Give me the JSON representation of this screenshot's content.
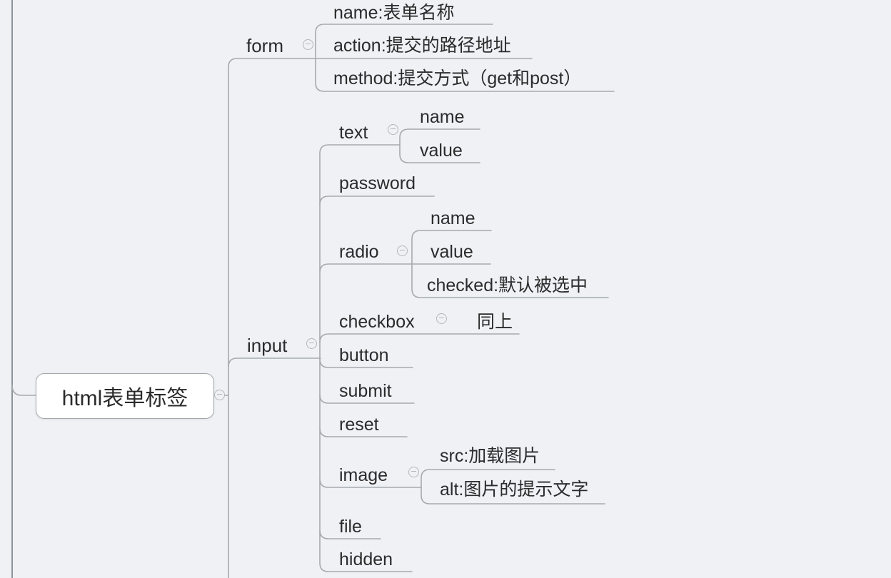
{
  "mindmap": {
    "type": "mindmap",
    "root": {
      "label": "html表单标签",
      "children": [
        {
          "label": "form",
          "children": [
            {
              "label": "name:表单名称"
            },
            {
              "label": "action:提交的路径地址"
            },
            {
              "label": "method:提交方式（get和post）"
            }
          ]
        },
        {
          "label": "input",
          "children": [
            {
              "label": "text",
              "children": [
                {
                  "label": "name"
                },
                {
                  "label": "value"
                }
              ]
            },
            {
              "label": "password"
            },
            {
              "label": "radio",
              "children": [
                {
                  "label": "name"
                },
                {
                  "label": "value"
                },
                {
                  "label": "checked:默认被选中"
                }
              ]
            },
            {
              "label": "checkbox",
              "children": [
                {
                  "label": "同上"
                }
              ]
            },
            {
              "label": "button"
            },
            {
              "label": "submit"
            },
            {
              "label": "reset"
            },
            {
              "label": "image",
              "children": [
                {
                  "label": "src:加载图片"
                },
                {
                  "label": "alt:图片的提示文字"
                }
              ]
            },
            {
              "label": "file"
            },
            {
              "label": "hidden"
            }
          ]
        }
      ]
    },
    "icons": {
      "collapse": "minus-circle"
    },
    "colors": {
      "background": "#eff1f5",
      "connector": "#a6aaaf",
      "edge_line": "#8f959b",
      "node_fill": "#ffffff",
      "node_border": "#a3a7ac",
      "text": "#2b2b2b",
      "collapse_icon": "#b3b6ba"
    }
  }
}
